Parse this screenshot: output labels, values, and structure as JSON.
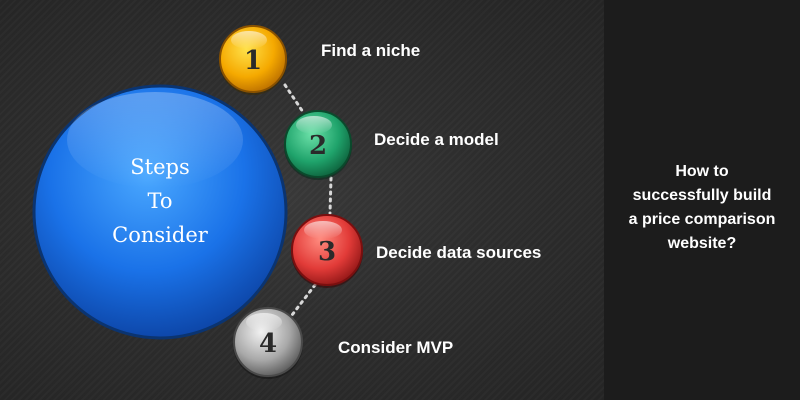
{
  "center": {
    "lines": [
      "Steps",
      "To",
      "Consider"
    ],
    "color": "#1e7ef5"
  },
  "steps": [
    {
      "number": "1",
      "label": "Find a niche",
      "color": "#f5a900"
    },
    {
      "number": "2",
      "label": "Decide a model",
      "color": "#1fa36b"
    },
    {
      "number": "3",
      "label": "Decide data sources",
      "color": "#e23b38"
    },
    {
      "number": "4",
      "label": "Consider MVP",
      "color": "#9a9a9a"
    }
  ],
  "side_text": {
    "lines": [
      "How to",
      "successfully build",
      "a price comparison",
      "website?"
    ]
  }
}
